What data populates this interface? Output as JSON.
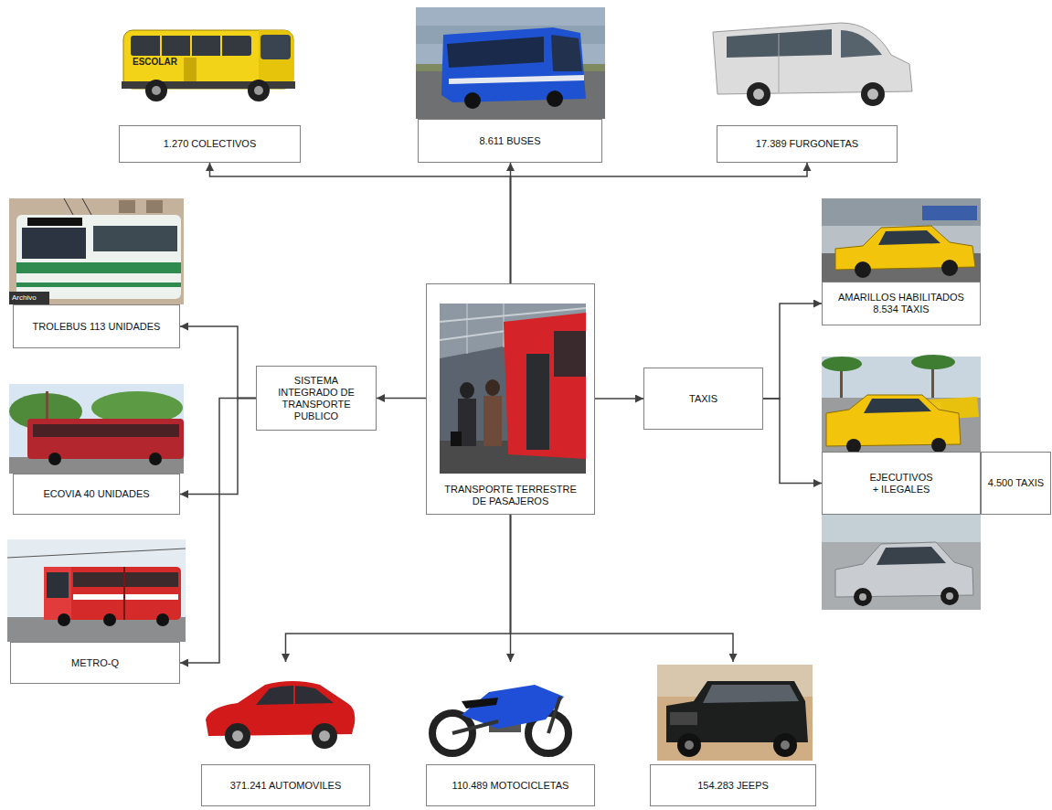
{
  "diagram": {
    "nodes": [
      {
        "text": [
          "1.270 COLECTIVOS"
        ]
      },
      {
        "text": [
          "8.611 BUSES"
        ]
      },
      {
        "text": [
          "17.389 FURGONETAS"
        ]
      },
      {
        "text": [
          "AMARILLOS HABILITADOS 8.534 TAXIS"
        ]
      },
      {
        "text": [
          "TROLEBUS 113 UNIDADES"
        ]
      },
      {
        "text": [
          "SISTEMA INTEGRADO DE TRANSPORTE PUBLICO"
        ]
      },
      {
        "text": [
          "TRANSPORTE TERRESTRE DE PASAJEROS"
        ]
      },
      {
        "text": [
          "TAXIS"
        ]
      },
      {
        "text": [
          "EJECUTIVOS + ILEGALES"
        ]
      },
      {
        "text": [
          "4.500 TAXIS"
        ]
      },
      {
        "text": [
          "ECOVIA 40 UNIDADES"
        ]
      },
      {
        "text": [
          "METRO-Q"
        ]
      },
      {
        "text": [
          "371.241 AUTOMOVILES"
        ]
      },
      {
        "text": [
          "110.489 MOTOCICLETAS"
        ]
      },
      {
        "text": [
          "154.283 JEEPS"
        ]
      }
    ],
    "edges": [
      {
        "from": 6,
        "to": 0,
        "arrow": "to"
      },
      {
        "from": 6,
        "to": 1,
        "arrow": "to"
      },
      {
        "from": 6,
        "to": 2,
        "arrow": "to"
      },
      {
        "from": 6,
        "to": 5,
        "arrow": "to"
      },
      {
        "from": 5,
        "to": 4,
        "arrow": "to"
      },
      {
        "from": 5,
        "to": 10,
        "arrow": "to"
      },
      {
        "from": 5,
        "to": 11,
        "arrow": "to"
      },
      {
        "from": 6,
        "to": 7,
        "arrow": "to"
      },
      {
        "from": 7,
        "to": 3,
        "arrow": "to"
      },
      {
        "from": 7,
        "to": 8,
        "arrow": "to"
      },
      {
        "from": 6,
        "to": 12,
        "arrow": "to"
      },
      {
        "from": 6,
        "to": 13,
        "arrow": "to"
      },
      {
        "from": 6,
        "to": 14,
        "arrow": "to"
      }
    ],
    "labels": [
      "ESCOLAR",
      "Archivo"
    ]
  }
}
